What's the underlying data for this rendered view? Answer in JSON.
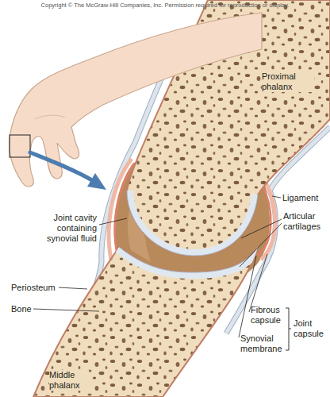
{
  "diagram": {
    "labels": [
      "Copyright © The McGraw-Hill Companies, Inc. Permission required for reproduction or display.",
      "Proximal phalanx",
      "Ligament",
      "Joint cavity containing synovial fluid",
      "Articular cartilages",
      "Periosteum",
      "Bone",
      "Fibrous capsule",
      "Synovial membrane",
      "Joint capsule",
      "Middle phalanx"
    ]
  }
}
